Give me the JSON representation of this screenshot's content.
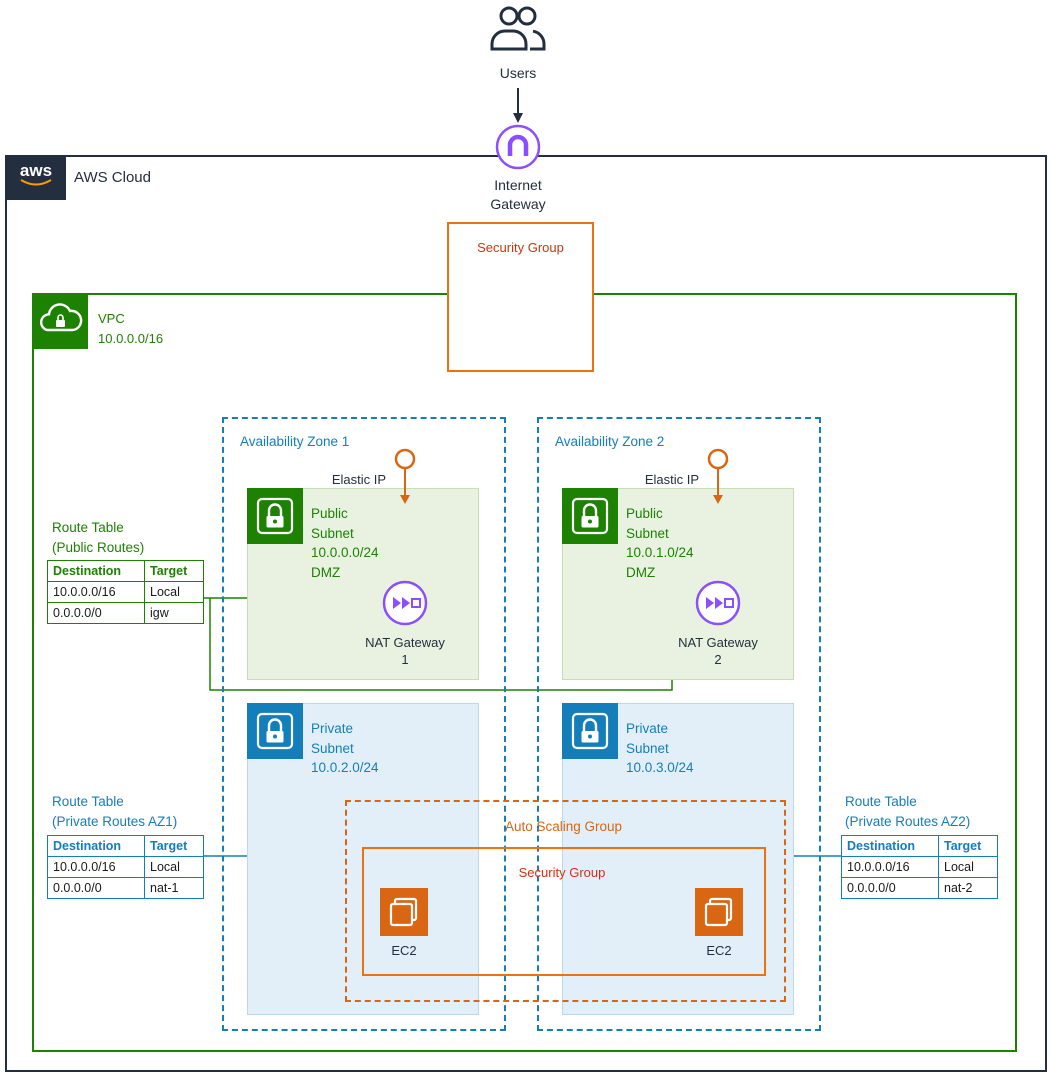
{
  "colors": {
    "aws_dark": "#232F3E",
    "green": "#1D8102",
    "blue": "#147EBA",
    "orange": "#D86613",
    "security_red": "#D13212",
    "purple": "#8C4FFF",
    "aws_smile_orange": "#FF9900"
  },
  "users": {
    "label": "Users"
  },
  "internet_gateway": {
    "label": "Internet Gateway"
  },
  "aws_cloud": {
    "logo_text": "aws",
    "label": "AWS Cloud"
  },
  "security_group_top": {
    "label": "Security Group"
  },
  "vpc": {
    "label": "VPC",
    "cidr": "10.0.0.0/16"
  },
  "availability_zones": [
    {
      "label": "Availability Zone 1"
    },
    {
      "label": "Availability Zone 2"
    }
  ],
  "elastic_ips": [
    {
      "label": "Elastic IP"
    },
    {
      "label": "Elastic IP"
    }
  ],
  "public_subnets": [
    {
      "lines": [
        "Public",
        "Subnet",
        "10.0.0.0/24",
        "DMZ"
      ],
      "nat": {
        "name": "NAT Gateway",
        "number": "1"
      }
    },
    {
      "lines": [
        "Public",
        "Subnet",
        "10.0.1.0/24",
        "DMZ"
      ],
      "nat": {
        "name": "NAT Gateway",
        "number": "2"
      }
    }
  ],
  "private_subnets": [
    {
      "lines": [
        "Private",
        "Subnet",
        "10.0.2.0/24"
      ]
    },
    {
      "lines": [
        "Private",
        "Subnet",
        "10.0.3.0/24"
      ]
    }
  ],
  "auto_scaling_group": {
    "label": "Auto Scaling Group"
  },
  "security_group_inner": {
    "label": "Security Group"
  },
  "ec2_instances": [
    {
      "label": "EC2"
    },
    {
      "label": "EC2"
    }
  ],
  "route_tables": {
    "public": {
      "title": "Route Table",
      "subtitle": "(Public Routes)",
      "headers": [
        "Destination",
        "Target"
      ],
      "rows": [
        [
          "10.0.0.0/16",
          "Local"
        ],
        [
          "0.0.0.0/0",
          "igw"
        ]
      ]
    },
    "private_az1": {
      "title": "Route Table",
      "subtitle": "(Private Routes AZ1)",
      "headers": [
        "Destination",
        "Target"
      ],
      "rows": [
        [
          "10.0.0.0/16",
          "Local"
        ],
        [
          "0.0.0.0/0",
          "nat-1"
        ]
      ]
    },
    "private_az2": {
      "title": "Route Table",
      "subtitle": "(Private Routes AZ2)",
      "headers": [
        "Destination",
        "Target"
      ],
      "rows": [
        [
          "10.0.0.0/16",
          "Local"
        ],
        [
          "0.0.0.0/0",
          "nat-2"
        ]
      ]
    }
  }
}
